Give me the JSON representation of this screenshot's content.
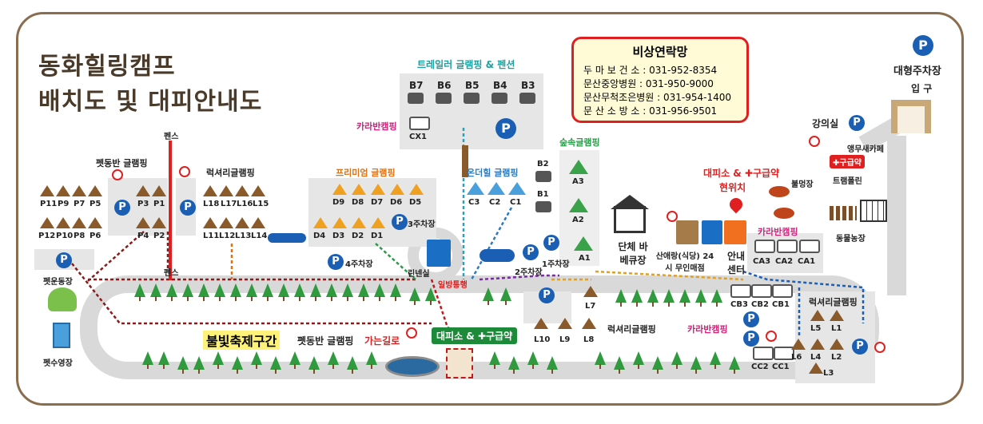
{
  "title": {
    "line1": "동화힐링캠프",
    "line2": "배치도 및 대피안내도"
  },
  "emergency": {
    "heading": "비상연락망",
    "rows": [
      "두 마 보 건 소 : 031-952-8354",
      "문산중앙병원 : 031-950-9000",
      "문산무척조은병원 : 031-954-1400",
      "문 산 소 방 소 : 031-956-9501"
    ]
  },
  "parking": {
    "p_symbol": "P",
    "large_lot": "대형주차장",
    "entrance": "입 구",
    "lot1": "1주차장",
    "lot2": "2주차장",
    "lot3": "3주차장",
    "lot4": "4주차장"
  },
  "zones": {
    "trailer_glamping": "트레일러 글램핑 & 펜션",
    "caravan_camping": "카라반캠핑",
    "forest_glamping": "숲속글램핑",
    "ondeul_glamping": "온더힐 글램핑",
    "premium_glamping": "프리미엄 글램핑",
    "luxury_glamping": "럭셔리글램핑",
    "pet_glamping": "펫동반 글램핑",
    "fence": "펜스",
    "pet_ground": "펫운동장",
    "pet_pool": "펫수영장",
    "linen": "린넨실",
    "one_way": "일방통행",
    "group_bbq": "단체 바베큐장",
    "sanaerang": "산애랑(식당) 24시 무인매점",
    "info_center": "안내 센터",
    "shelter_here": "대피소 & ✚구급약",
    "current_pos": "현위치",
    "bonfire": "불멍장",
    "lecture": "강의실",
    "cafe": "앵무새카페",
    "first_aid_badge": "✚구급약",
    "trampoline": "트램폴린",
    "animal_farm": "동물농장",
    "firefly_zone": "불빛축제구간",
    "pet_route_1": "펫동반 글램핑",
    "pet_route_2": "가는길로",
    "shelter_bottom": "대피소 & ✚구급약"
  },
  "sites": {
    "trailers_b": [
      "B7",
      "B6",
      "B5",
      "B4",
      "B3"
    ],
    "cx": "CX1",
    "b2": "B2",
    "b1": "B1",
    "a": [
      "A3",
      "A2",
      "A1"
    ],
    "c": [
      "C3",
      "C2",
      "C1"
    ],
    "d_top": [
      "D9",
      "D8",
      "D7",
      "D6",
      "D5"
    ],
    "d_bot": [
      "D4",
      "D3",
      "D2",
      "D1"
    ],
    "l_top": [
      "L18",
      "L17",
      "L16",
      "L15"
    ],
    "l_bot": [
      "L11",
      "L12",
      "L13",
      "L14"
    ],
    "p_top": [
      "P11",
      "P9",
      "P7",
      "P5"
    ],
    "p_bot": [
      "P12",
      "P10",
      "P8",
      "P6"
    ],
    "p_side_top": [
      "P3",
      "P1"
    ],
    "p_side_bot": [
      "P4",
      "P2"
    ],
    "ca": [
      "CA3",
      "CA2",
      "CA1"
    ],
    "cb": [
      "CB3",
      "CB2",
      "CB1"
    ],
    "cc": [
      "CC2",
      "CC1"
    ],
    "l_mid": [
      "L10",
      "L9",
      "L8"
    ],
    "l7": "L7",
    "l_right_top": [
      "L5",
      "L1"
    ],
    "l_right_bot": [
      "L6",
      "L4",
      "L2"
    ],
    "l3": "L3"
  },
  "colors": {
    "p_blue": "#1a5fb4",
    "road": "#d9d9d9",
    "frame": "#8a6d4e",
    "emergency_border": "#e02020",
    "tree_green": "#2f9a3e"
  }
}
